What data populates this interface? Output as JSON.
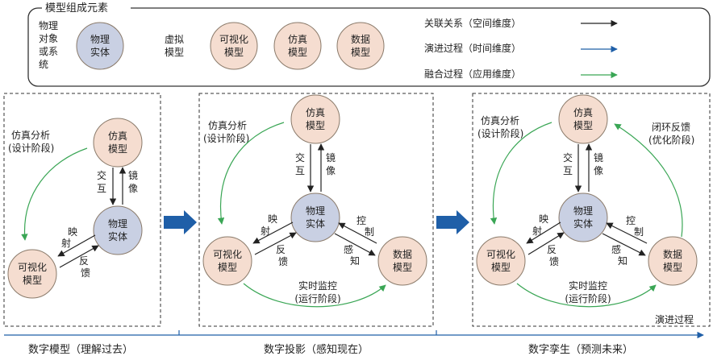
{
  "legend": {
    "title": "模型组成元素",
    "physical_label": [
      "物理",
      "对象",
      "或系",
      "统"
    ],
    "physical_node": [
      "物理",
      "实体"
    ],
    "virtual_label": [
      "虚拟",
      "模型"
    ],
    "virtual_nodes": [
      [
        "可视化",
        "模型"
      ],
      [
        "仿真",
        "模型"
      ],
      [
        "数据",
        "模型"
      ]
    ],
    "arrows": [
      {
        "label": "关联关系（空间维度）",
        "color": "#222222"
      },
      {
        "label": "演进过程（时间维度）",
        "color": "#1f5fa8"
      },
      {
        "label": "融合过程（应用维度）",
        "color": "#3aa655"
      }
    ]
  },
  "nodes": {
    "simulation": [
      "仿真",
      "模型"
    ],
    "physical": [
      "物理",
      "实体"
    ],
    "visualization": [
      "可视化",
      "模型"
    ],
    "data": [
      "数据",
      "模型"
    ]
  },
  "edge_labels": {
    "interact": [
      "交",
      "互"
    ],
    "mirror": [
      "镜",
      "像"
    ],
    "map": [
      "映",
      "射"
    ],
    "feedback": [
      "反",
      "馈"
    ],
    "control": [
      "控",
      "制"
    ],
    "sense": [
      "感",
      "知"
    ]
  },
  "phase_labels": {
    "simulation_analysis": [
      "仿真分析",
      "(设计阶段)"
    ],
    "realtime_monitoring": [
      "实时监控",
      "(运行阶段)"
    ],
    "closed_loop": [
      "闭环反馈",
      "(优化阶段)"
    ]
  },
  "stages": [
    "数字模型（理解过去）",
    "数字投影（感知现在）",
    "数字孪生（预测未来）"
  ],
  "axis_label": "演进过程",
  "colors": {
    "physical_fill": "#c9d0e3",
    "virtual_fill": "#f5ddd0",
    "node_stroke": "#8a7a6a",
    "blue_arrow": "#1f5fa8",
    "green_arrow": "#3aa655"
  }
}
